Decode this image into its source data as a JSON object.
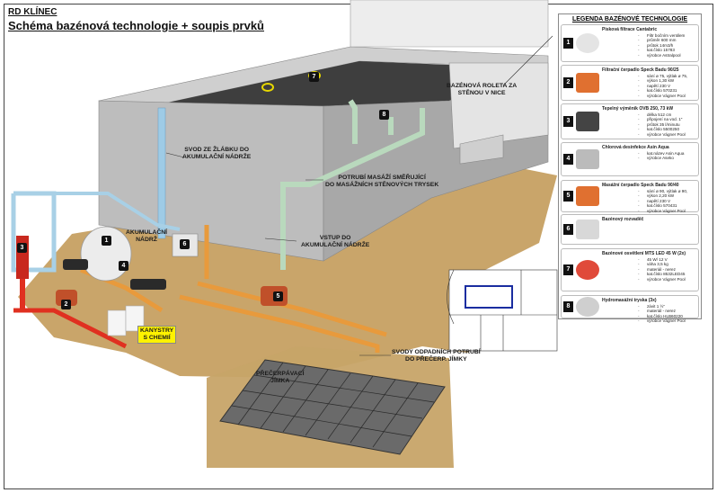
{
  "header": {
    "project": "RD KLÍNEC",
    "title": "Schéma bazénová technologie + soupis prvků"
  },
  "labels": {
    "roleta": [
      "BAZÉNOVÁ ROLETA ZA",
      "STĚNOU V NICE"
    ],
    "svod": [
      "SVOD ZE ŽLÁBKU DO",
      "AKUMULAČNÍ NÁDRŽE"
    ],
    "potrubi": [
      "POTRUBÍ MASÁŽÍ SMĚŘUJÍCÍ",
      "DO MASÁŽNÍCH STĚNOVÝCH TRYSEK"
    ],
    "akumulacni": [
      "AKUMULAČNÍ",
      "NÁDRŽ"
    ],
    "vstup": [
      "VSTUP DO",
      "AKUMULAČNÍ NÁDRŽE"
    ],
    "kanystry": [
      "KANYSTRY",
      "S CHEMIÍ"
    ],
    "svody_odpad": [
      "SVODY ODPADNÍCH POTRUBÍ",
      "DO PŘEČERP. JÍMKY"
    ],
    "precerpavaci": [
      "PŘEČERPÁVACÍ",
      "JÍMKA"
    ]
  },
  "badges": [
    "1",
    "2",
    "3",
    "4",
    "5",
    "6",
    "7",
    "8"
  ],
  "legend": {
    "title": "LEGENDA BAZÉNOVÉ TECHNOLOGIE",
    "items": [
      {
        "num": "1",
        "icon": "sand-filter-icon",
        "name": "Pisková filtrace Cantabric",
        "specs": [
          "Filtr bočním ventilem",
          "průměr 600 mm",
          "průtok 14m3/h",
          "kat.číslo 15783",
          "výrobce Astralpool"
        ]
      },
      {
        "num": "2",
        "icon": "filtration-pump-icon",
        "name": "Filtrační čerpadlo Speck Badu 90/25",
        "specs": [
          "sání ø 75, výtlak ø 75,",
          "výkon 1,30 kW",
          "napětí 230 V",
          "kat.číslo 570231",
          "výrobce Vágner Pool"
        ]
      },
      {
        "num": "3",
        "icon": "heat-exchanger-icon",
        "name": "Tepelný výměník OVB 250, 73 kW",
        "specs": [
          "délka 512 cm",
          "připojení na vod. 1\"",
          "průtok 35 l/minutu",
          "kat.číslo 5500250",
          "výrobce Vágner Pool"
        ]
      },
      {
        "num": "4",
        "icon": "chlorine-unit-icon",
        "name": "Chlorová desinfekce Asin Aqua",
        "specs": [
          "kat.název Asin Aqua",
          "výrobce Aseko"
        ]
      },
      {
        "num": "5",
        "icon": "massage-pump-icon",
        "name": "Masážní čerpadlo Speck Badu 90/40",
        "specs": [
          "sání ø 90, výtlak ø 90,",
          "výkon 2,20 kW",
          "napětí 230 V",
          "kat.číslo 570431",
          "výrobce Vágner Pool"
        ]
      },
      {
        "num": "6",
        "icon": "switchboard-icon",
        "name": "Bazénový rozvaděč",
        "specs": []
      },
      {
        "num": "7",
        "icon": "pool-light-icon",
        "name": "Bazénové osvětlení MTS LED 45 W (2x)",
        "specs": [
          "45 W/ 12 V",
          "váha 3,5 kg",
          "materiál - nerez",
          "kat.číslo 8532LED45",
          "výrobce Vágner Pool"
        ]
      },
      {
        "num": "8",
        "icon": "massage-nozzle-icon",
        "name": "Hydromasážní tryska (3x)",
        "specs": [
          "závit 1 ½\"",
          "materiál - nerez",
          "kat.číslo HLB60220",
          "výrobce Vágner Pool"
        ]
      }
    ]
  }
}
